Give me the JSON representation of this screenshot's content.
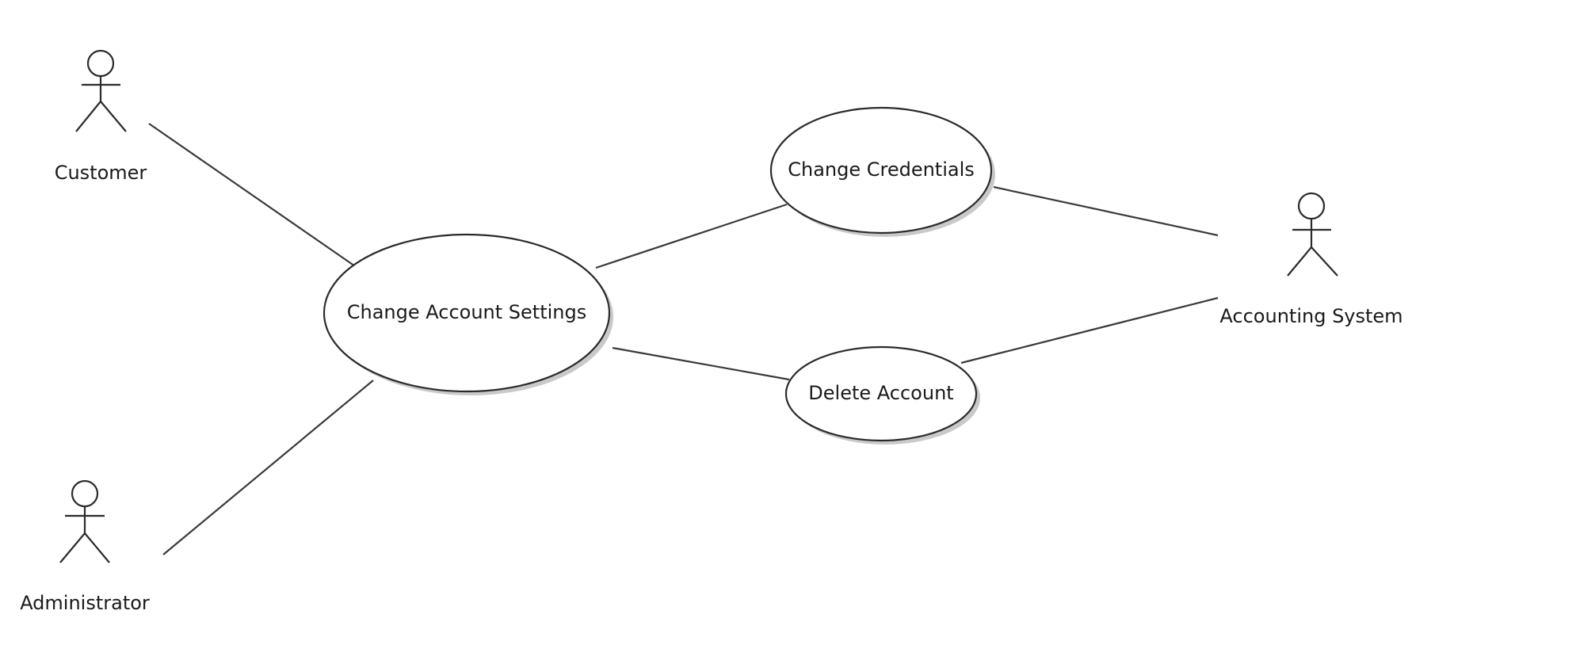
{
  "diagram": {
    "type": "use-case",
    "actors": [
      {
        "id": "customer",
        "label": "Customer"
      },
      {
        "id": "administrator",
        "label": "Administrator"
      },
      {
        "id": "accounting-system",
        "label": "Accounting System"
      }
    ],
    "use_cases": [
      {
        "id": "change-account-settings",
        "label": "Change Account Settings"
      },
      {
        "id": "change-credentials",
        "label": "Change Credentials"
      },
      {
        "id": "delete-account",
        "label": "Delete Account"
      }
    ],
    "associations": [
      {
        "from": "customer",
        "to": "change-account-settings"
      },
      {
        "from": "administrator",
        "to": "change-account-settings"
      },
      {
        "from": "change-account-settings",
        "to": "change-credentials"
      },
      {
        "from": "change-account-settings",
        "to": "delete-account"
      },
      {
        "from": "change-credentials",
        "to": "accounting-system"
      },
      {
        "from": "delete-account",
        "to": "accounting-system"
      }
    ]
  }
}
